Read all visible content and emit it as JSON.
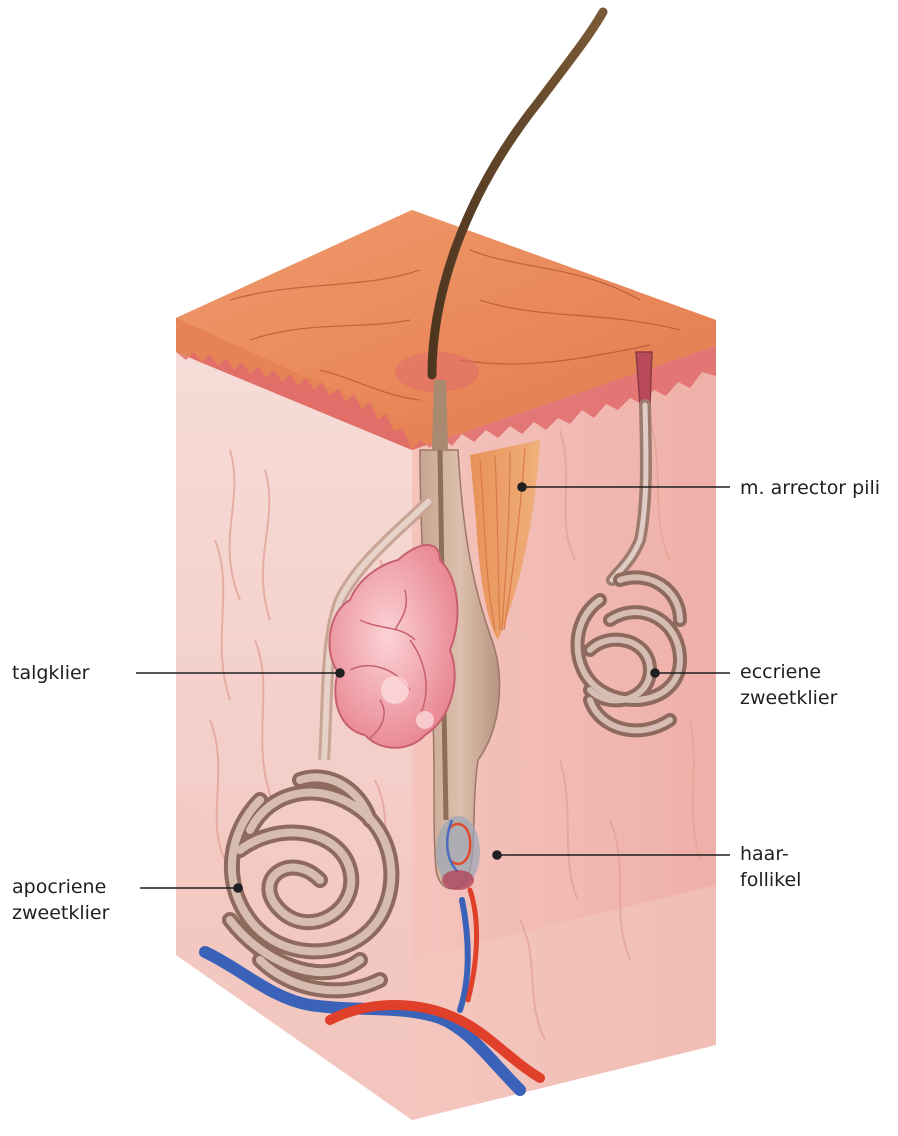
{
  "labels": {
    "arrector": "m. arrector pili",
    "talgklier": "talgklier",
    "eccriene": [
      "eccriene",
      "zweetklier"
    ],
    "haarfollikel": [
      "haar-",
      "follikel"
    ],
    "apocriene": [
      "apocriene",
      "zweetklier"
    ]
  },
  "colors": {
    "epidermis": "#eb8a5c",
    "dermis": "#f6cfc9",
    "hair": "#6b4a2a",
    "sebaceous": "#f0a0a8",
    "gland": "#b28a7c",
    "artery": "#e0402a",
    "vein": "#3a62b8"
  }
}
